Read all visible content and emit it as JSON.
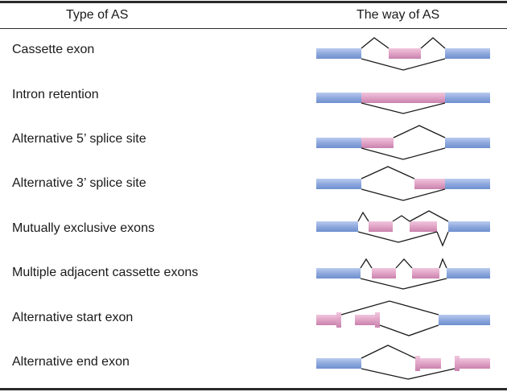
{
  "table": {
    "header": {
      "type_label": "Type of AS",
      "way_label": "The way of AS"
    },
    "rows": [
      {
        "label": "Cassette exon",
        "icon": "cassette-exon-diagram"
      },
      {
        "label": "Intron retention",
        "icon": "intron-retention-diagram"
      },
      {
        "label": "Alternative 5’ splice site",
        "icon": "alt-5-splice-site-diagram"
      },
      {
        "label": "Alternative 3’ splice site",
        "icon": "alt-3-splice-site-diagram"
      },
      {
        "label": "Mutually exclusive exons",
        "icon": "mutually-exclusive-exons-diagram"
      },
      {
        "label": "Multiple adjacent cassette exons",
        "icon": "multiple-cassette-exons-diagram"
      },
      {
        "label": "Alternative start exon",
        "icon": "alt-start-exon-diagram"
      },
      {
        "label": "Alternative end exon",
        "icon": "alt-end-exon-diagram"
      }
    ]
  },
  "colors": {
    "constitutive_exon": "#8fa9dd",
    "alternative_exon": "#e0a3c6",
    "junction_line": "#1a1a1a",
    "rule": "#2b2b2b"
  }
}
